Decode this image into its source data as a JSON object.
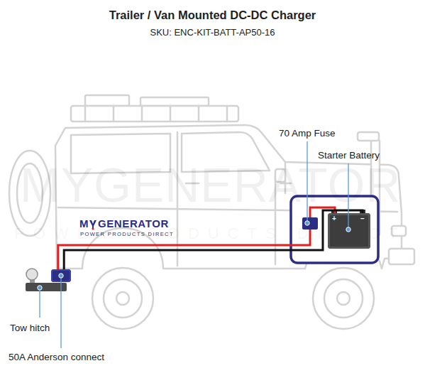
{
  "diagram": {
    "title": "Trailer / Van Mounted DC-DC Charger",
    "nodes": [
      {
        "text": [
          "70 Amp Fuse"
        ]
      },
      {
        "text": [
          "Starter Battery",
          "+",
          "−"
        ]
      },
      {
        "text": [
          "Tow hitch"
        ]
      },
      {
        "text": [
          "50A Anderson connect"
        ]
      }
    ],
    "edges": [
      {
        "from": 3,
        "to": 0,
        "arrow": "none"
      },
      {
        "from": 0,
        "to": 1,
        "arrow": "none"
      },
      {
        "from": 1,
        "to": 3,
        "arrow": "none"
      }
    ],
    "labels": [
      "SKU: ENC-KIT-BATT-AP50-16",
      "MYGENERATOR",
      "POWER PRODUCTS DIRECT",
      "M",
      "GENERATOR",
      "POWER PRODUCTS DIRECT"
    ]
  }
}
